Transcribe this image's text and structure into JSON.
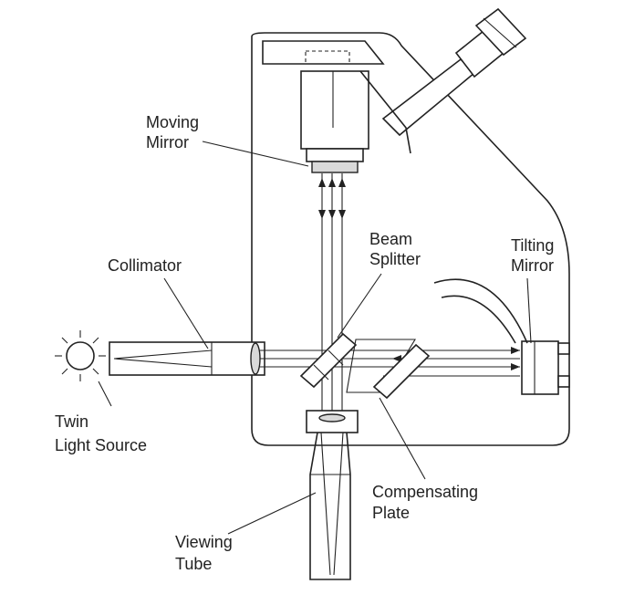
{
  "labels": {
    "moving_mirror_1": "Moving",
    "moving_mirror_2": "Mirror",
    "beam_splitter_1": "Beam",
    "beam_splitter_2": "Splitter",
    "tilting_mirror_1": "Tilting",
    "tilting_mirror_2": "Mirror",
    "collimator": "Collimator",
    "twin_light_source_1": "Twin",
    "twin_light_source_2": "Light Source",
    "compensating_plate_1": "Compensating",
    "compensating_plate_2": "Plate",
    "viewing_tube_1": "Viewing",
    "viewing_tube_2": "Tube"
  }
}
